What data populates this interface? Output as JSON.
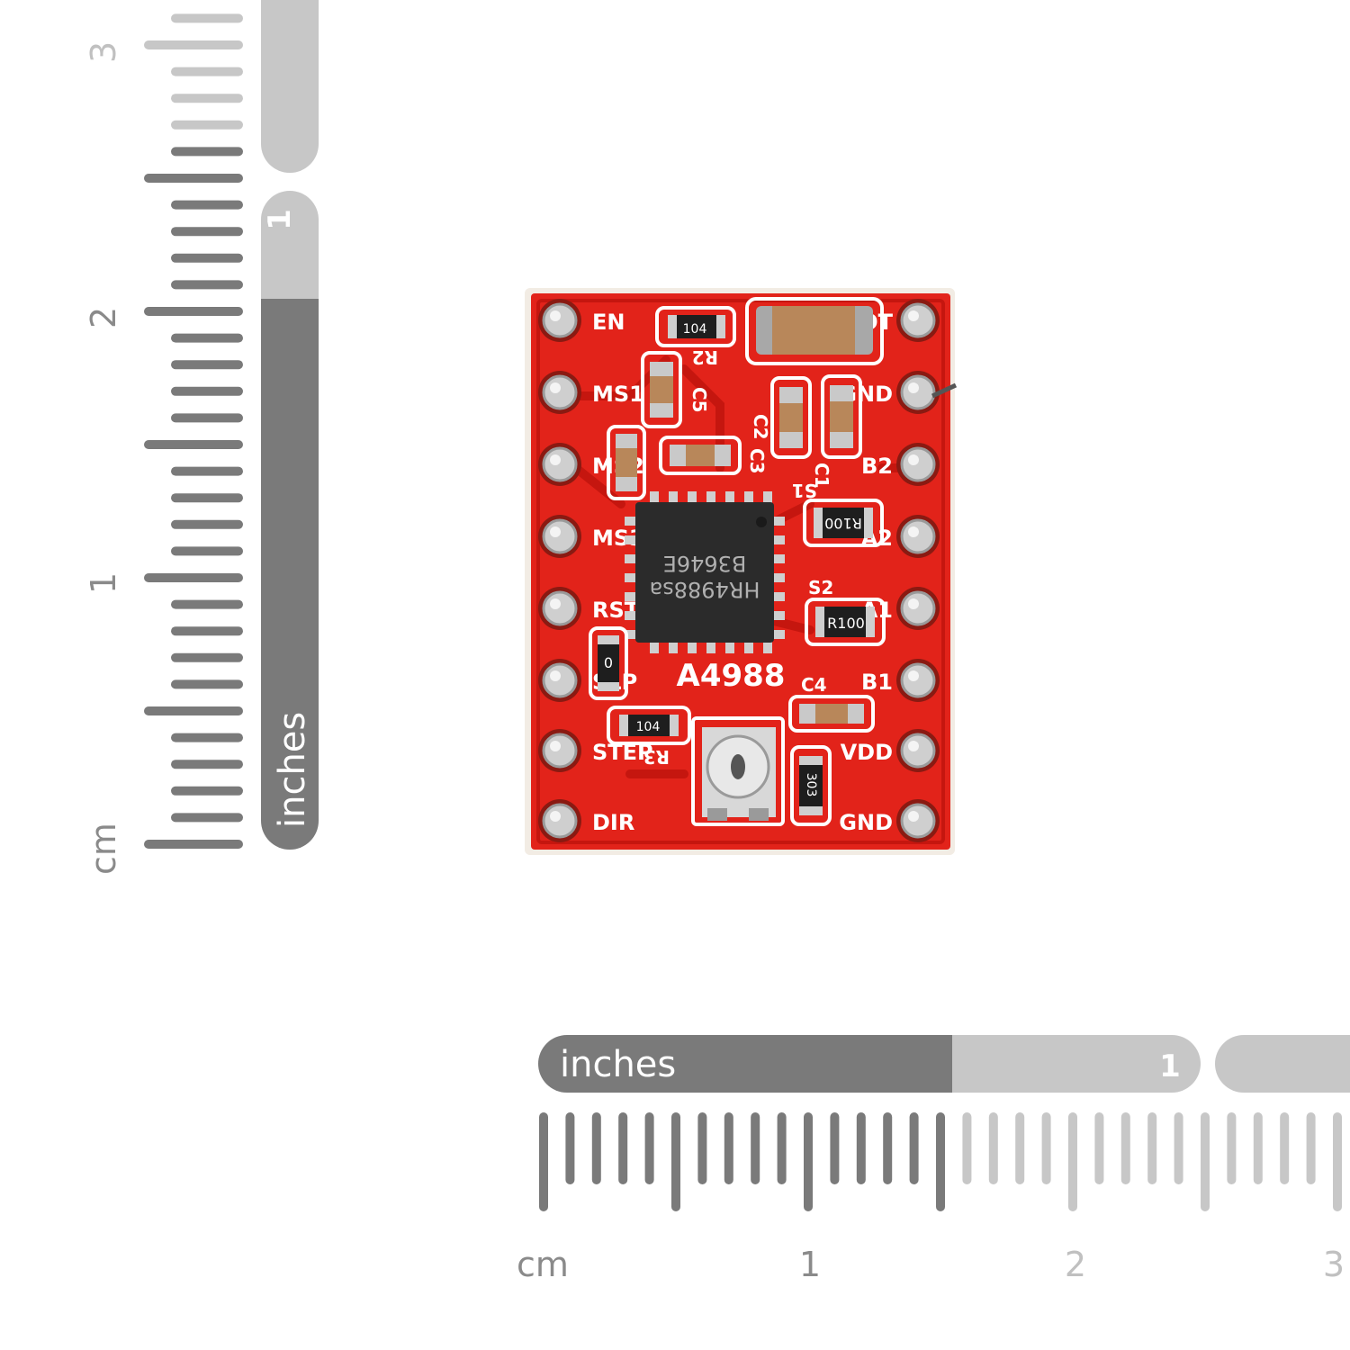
{
  "colors": {
    "background": "#ffffff",
    "pcb_red": "#e2231a",
    "pcb_dark": "#b3120c",
    "silkscreen": "#ffffff",
    "chip": "#2a2a2a",
    "ruler_dark": "#7a7a7a",
    "ruler_light": "#c7c7c7",
    "pin_metal": "#c9c9c9"
  },
  "vertical_ruler": {
    "unit_cm": "cm",
    "unit_inches": "inches",
    "cm_labels": [
      "1",
      "2",
      "3"
    ],
    "inch_label": "1"
  },
  "horizontal_ruler": {
    "unit_cm": "cm",
    "unit_inches": "inches",
    "cm_labels": [
      "1",
      "2",
      "3"
    ],
    "inch_label": "1"
  },
  "board": {
    "model": "A4988",
    "chip_line1": "HR4988sa",
    "chip_line2": "B3646E",
    "left_pins": [
      "EN",
      "MS1",
      "MS2",
      "MS3",
      "RST",
      "SLP",
      "STEP",
      "DIR"
    ],
    "right_pins": [
      "VMOT",
      "GND",
      "B2",
      "A2",
      "A1",
      "B1",
      "VDD",
      "GND"
    ],
    "component_labels": {
      "r2": "104",
      "r3": "104",
      "r_zero": "0",
      "r_sense1": "R100",
      "r_sense2": "R100",
      "r_303": "303",
      "c_label": "C4",
      "s1": "S1",
      "s2": "S2",
      "r2_tag": "R2",
      "r3_tag": "R3",
      "c1": "C1",
      "c2": "C2",
      "c3": "C3",
      "c5": "C5"
    }
  }
}
